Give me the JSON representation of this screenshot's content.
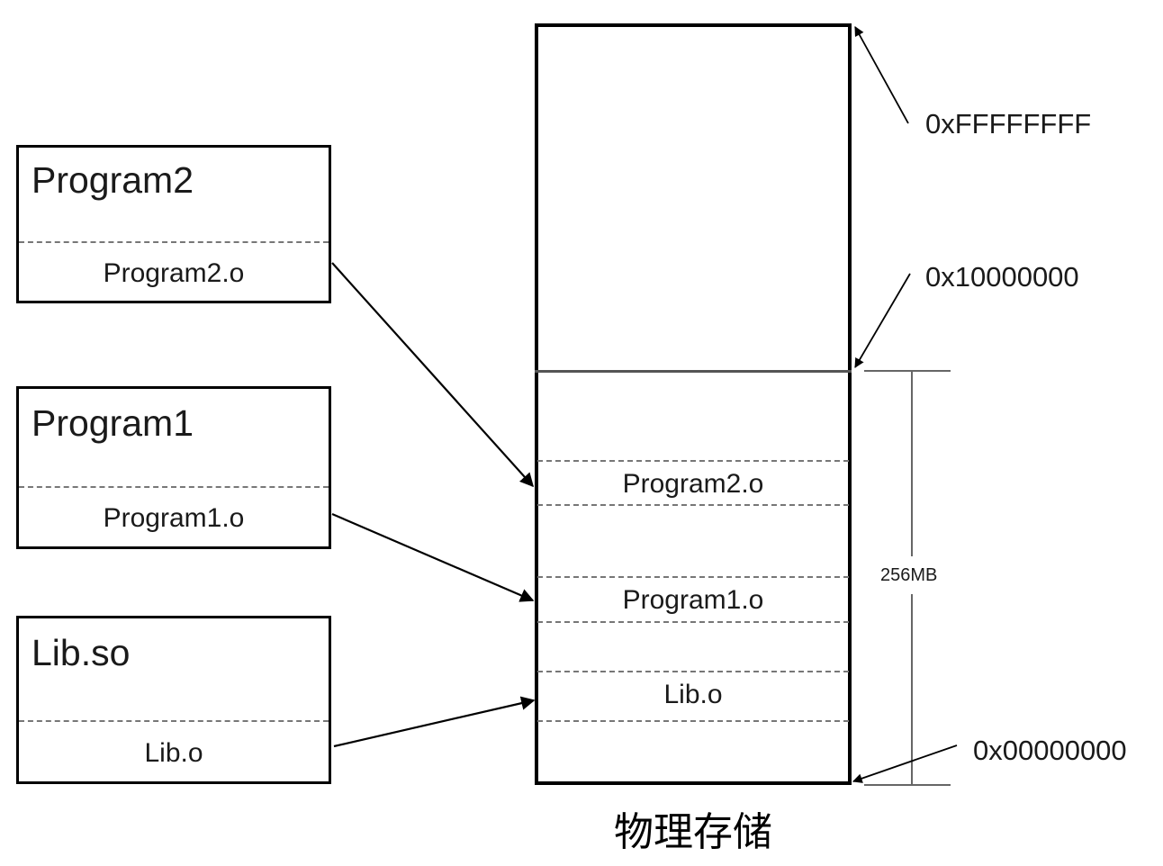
{
  "diagram": {
    "caption": "物理存储",
    "programs": [
      {
        "title": "Program2",
        "object_file": "Program2.o"
      },
      {
        "title": "Program1",
        "object_file": "Program1.o"
      },
      {
        "title": "Lib.so",
        "object_file": "Lib.o"
      }
    ],
    "memory": {
      "segments": [
        {
          "label": "Program2.o"
        },
        {
          "label": "Program1.o"
        },
        {
          "label": "Lib.o"
        }
      ],
      "addresses": {
        "top": "0xFFFFFFFF",
        "boundary": "0x10000000",
        "bottom": "0x00000000"
      },
      "size_label": "256MB"
    }
  },
  "colors": {
    "stroke": "#000000",
    "dashed": "#777777",
    "annotation": "#666666",
    "background": "#ffffff"
  }
}
